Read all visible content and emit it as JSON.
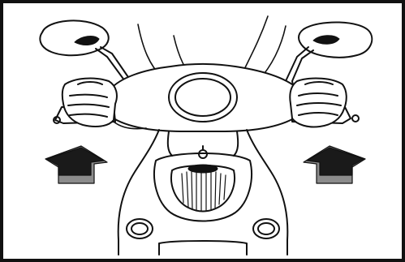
{
  "figure": {
    "subject": "scooter-handlebars-front-view",
    "icons": [
      "mirror-icon",
      "handgrip-icon",
      "hand-icon",
      "headlight-icon",
      "arrow-icon"
    ],
    "arrows": {
      "count": 2,
      "direction": "up-outward"
    },
    "colors": {
      "frame": "#111111",
      "line": "#111111",
      "background": "#ffffff",
      "arrow_dark": "#1a1a1a",
      "arrow_light": "#8c8c8c"
    }
  }
}
